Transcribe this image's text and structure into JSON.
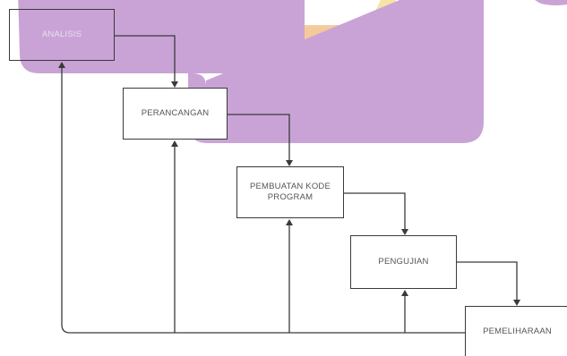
{
  "colors": {
    "purple": "#c9a3d6",
    "yellow": "#f6e3a6",
    "orange": "#f5c79a",
    "line": "#3a3a3a",
    "box_border": "#3a3a3a",
    "text": "#555555"
  },
  "boxes": {
    "analisis": "ANALISIS",
    "perancangan": "PERANCANGAN",
    "pembuatan": "PEMBUATAN KODE PROGRAM",
    "pengujian": "PENGUJIAN",
    "pemeliharaan": "PEMELIHARAAN"
  }
}
